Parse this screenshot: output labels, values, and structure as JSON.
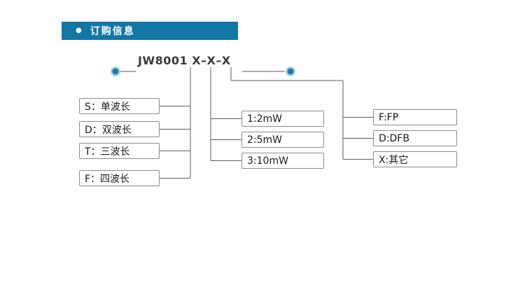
{
  "header": {
    "bullet": "●",
    "title": "订购信息"
  },
  "diagram": {
    "model_code": "JW8001 X–X–X",
    "groups": [
      {
        "name": "wavelength-options",
        "items": [
          "S：单波长",
          "D：双波长",
          "T：三波长",
          "F：四波长"
        ]
      },
      {
        "name": "power-options",
        "items": [
          "1:2mW",
          "2:5mW",
          "3:10mW"
        ]
      },
      {
        "name": "laser-type-options",
        "items": [
          "F:FP",
          "D:DFB",
          "X:其它"
        ]
      }
    ]
  },
  "colors": {
    "header_bg": "#1177a5",
    "dot_fill": "#1b7fad",
    "dot_ring": "#a9d3e6",
    "line": "#5a5a5a",
    "box_border": "#8c8c8c",
    "page_edge": "#e6e6e6"
  }
}
